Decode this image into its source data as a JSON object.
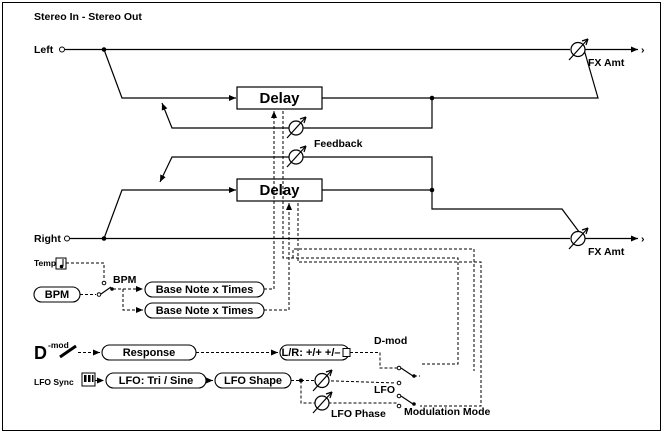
{
  "title": "Stereo In - Stereo Out",
  "io": {
    "left_label": "Left",
    "right_label": "Right",
    "fx_amt_label": "FX Amt"
  },
  "delay": {
    "top_label": "Delay",
    "bottom_label": "Delay",
    "feedback_label": "Feedback"
  },
  "tempo": {
    "tempo_label": "Tempo",
    "bpm_switch_label": "BPM",
    "bpm_box_label": "BPM",
    "base_note_1": "Base Note x Times",
    "base_note_2": "Base Note x Times"
  },
  "modulation": {
    "dmod_symbol": "D",
    "dmod_superscript": "-mod",
    "response_label": "Response",
    "lr_label": "L/R: +/+ +/–",
    "dmod_switch_label": "D-mod",
    "lfo_sync_label": "LFO Sync",
    "lfo_wave_label": "LFO: Tri / Sine",
    "lfo_shape_label": "LFO Shape",
    "lfo_label": "LFO",
    "lfo_phase_label": "LFO Phase",
    "mod_mode_label": "Modulation Mode"
  }
}
